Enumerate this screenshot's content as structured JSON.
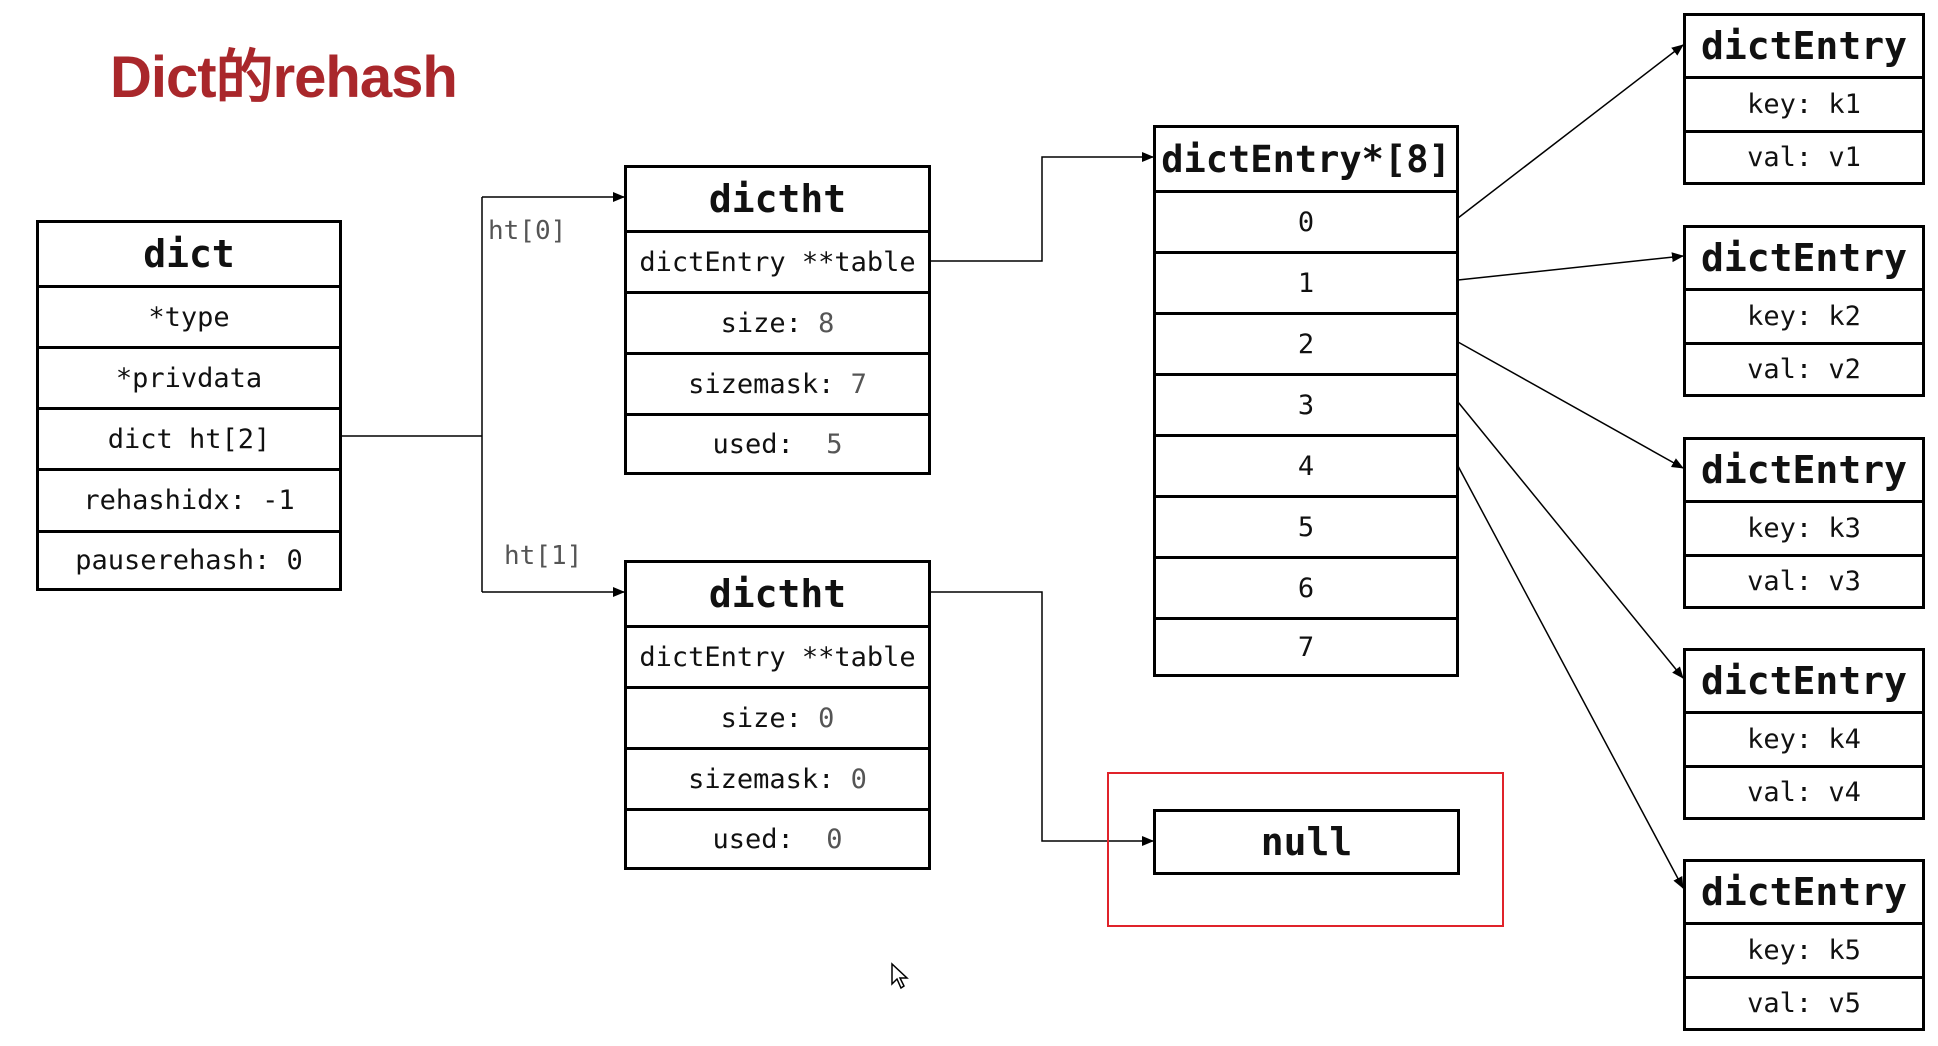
{
  "title": "Dict的rehash",
  "dict": {
    "header": "dict",
    "fields": [
      "*type",
      "*privdata",
      "dict ht[2]",
      "rehashidx: -1",
      "pauserehash: 0"
    ]
  },
  "labels": {
    "ht0": "ht[0]",
    "ht1": "ht[1]"
  },
  "dictht0": {
    "header": "dictht",
    "table": "dictEntry **table",
    "size_label": "size:",
    "size_value": "8",
    "sizemask_label": "sizemask:",
    "sizemask_value": "7",
    "used_label": "used:",
    "used_value": "5"
  },
  "dictht1": {
    "header": "dictht",
    "table": "dictEntry **table",
    "size_label": "size:",
    "size_value": "0",
    "sizemask_label": "sizemask:",
    "sizemask_value": "0",
    "used_label": "used:",
    "used_value": "0"
  },
  "array": {
    "header": "dictEntry*[8]",
    "slots": [
      "0",
      "1",
      "2",
      "3",
      "4",
      "5",
      "6",
      "7"
    ]
  },
  "null_box": "null",
  "entries": [
    {
      "header": "dictEntry",
      "key": "key: k1",
      "val": "val: v1"
    },
    {
      "header": "dictEntry",
      "key": "key: k2",
      "val": "val: v2"
    },
    {
      "header": "dictEntry",
      "key": "key: k3",
      "val": "val: v3"
    },
    {
      "header": "dictEntry",
      "key": "key: k4",
      "val": "val: v4"
    },
    {
      "header": "dictEntry",
      "key": "key: k5",
      "val": "val: v5"
    }
  ],
  "colors": {
    "title": "#a9272b",
    "highlight": "#e0232a"
  }
}
